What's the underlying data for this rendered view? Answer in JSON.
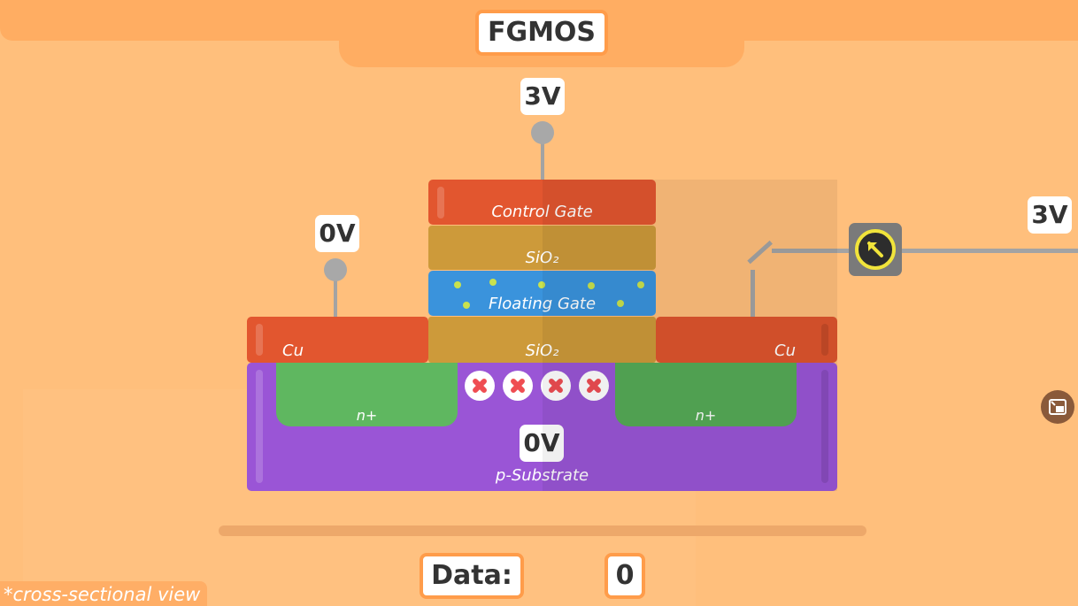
{
  "title": "FGMOS",
  "terminals": {
    "control_gate_voltage": "3V",
    "source_voltage": "0V",
    "drain_voltage": "3V",
    "substrate_voltage": "0V"
  },
  "layers": {
    "control_gate": "Control Gate",
    "oxide_top": "SiO₂",
    "floating_gate": "Floating Gate",
    "oxide_bottom": "SiO₂",
    "contact_left": "Cu",
    "contact_right": "Cu",
    "nplus_left": "n+",
    "nplus_right": "n+",
    "substrate": "p-Substrate"
  },
  "channel_blocked_markers": 4,
  "floating_gate_electrons": 7,
  "data": {
    "label": "Data:",
    "value": "0"
  },
  "footnote": "*cross-sectional view",
  "icons": {
    "switch": "arrow-up-left-icon",
    "picture_in_picture": "picture-in-picture-icon"
  },
  "colors": {
    "background": "#ffbf7c",
    "header": "#ffad62",
    "gate_metal": "#e2562f",
    "oxide": "#cd9a3a",
    "floating_gate": "#3a93dc",
    "n_plus": "#5fb760",
    "substrate": "#9a55d6",
    "switch_ring": "#f1e43b",
    "blocked_marker": "#ef4d52"
  }
}
